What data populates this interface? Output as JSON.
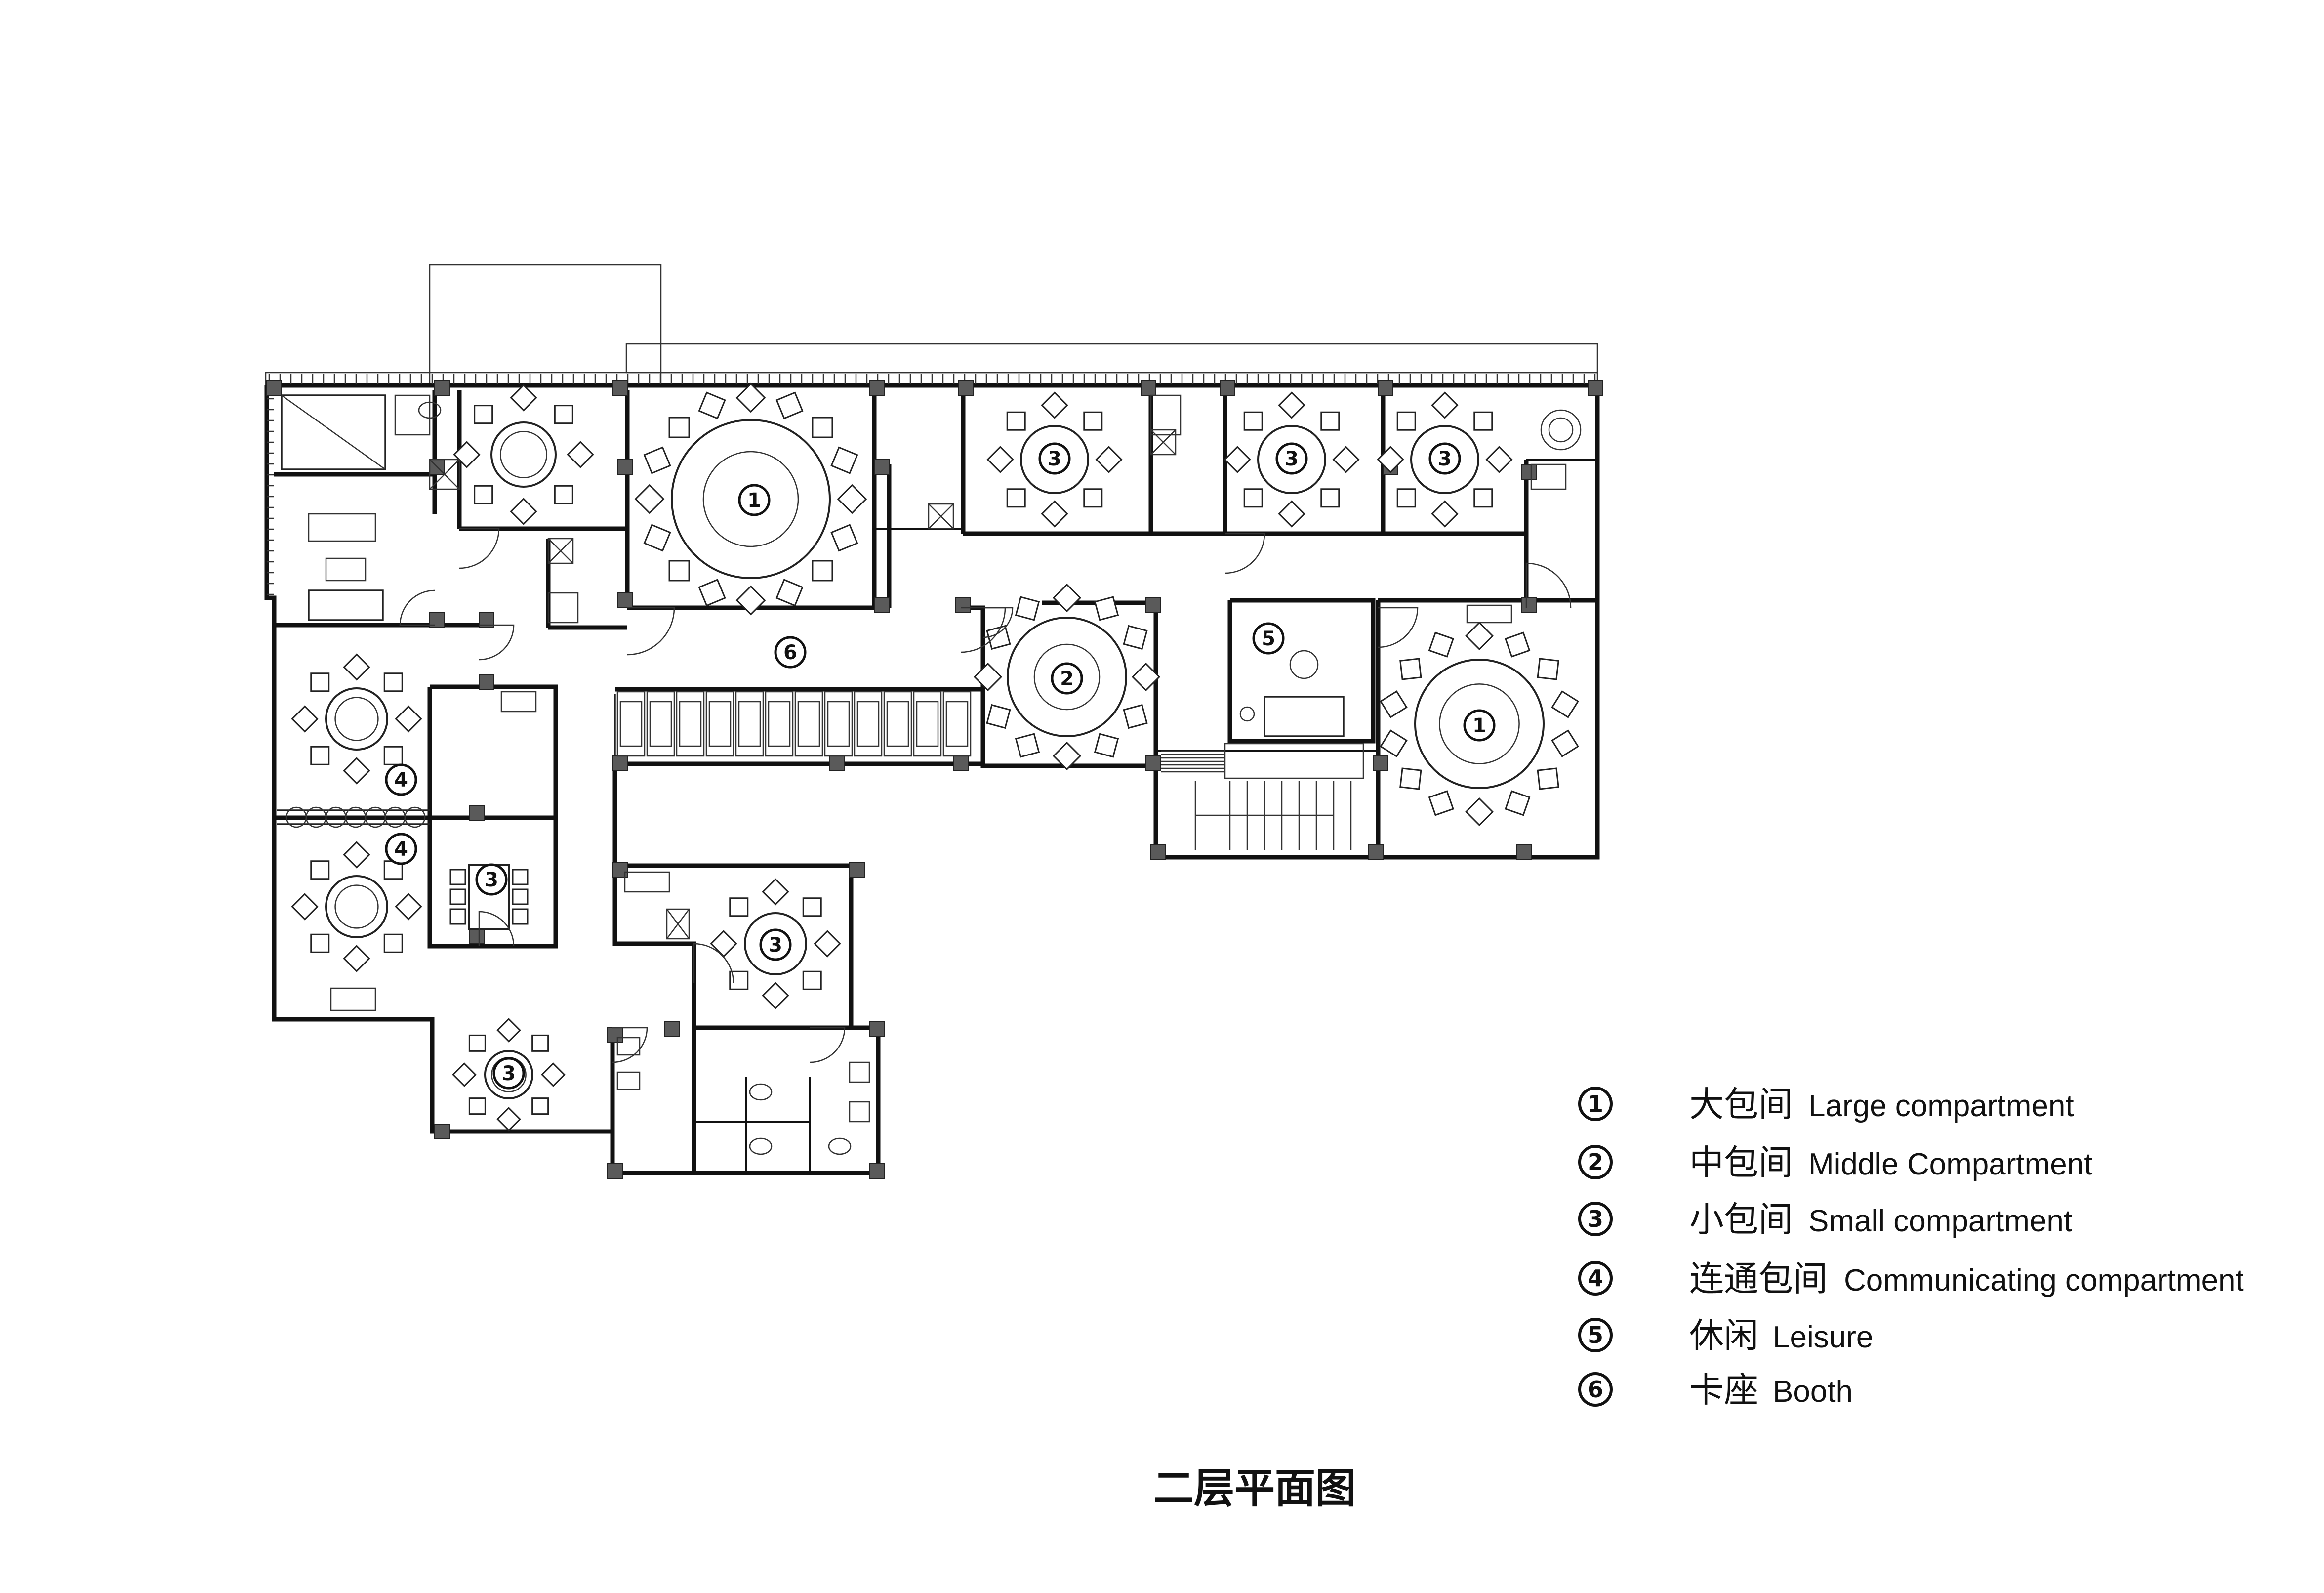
{
  "caption": "二层平面图",
  "legend": [
    {
      "num": "1",
      "cn": "大包间",
      "en": "Large compartment"
    },
    {
      "num": "2",
      "cn": "中包间",
      "en": "Middle Compartment"
    },
    {
      "num": "3",
      "cn": "小包间",
      "en": "Small compartment"
    },
    {
      "num": "4",
      "cn": "连通包间",
      "en": "Communicating compartment"
    },
    {
      "num": "5",
      "cn": "休闲",
      "en": "Leisure"
    },
    {
      "num": "6",
      "cn": "卡座",
      "en": "Booth"
    }
  ],
  "plan_labels": [
    "1",
    "1",
    "2",
    "3",
    "3",
    "3",
    "3",
    "3",
    "3",
    "4",
    "4",
    "5",
    "6"
  ]
}
